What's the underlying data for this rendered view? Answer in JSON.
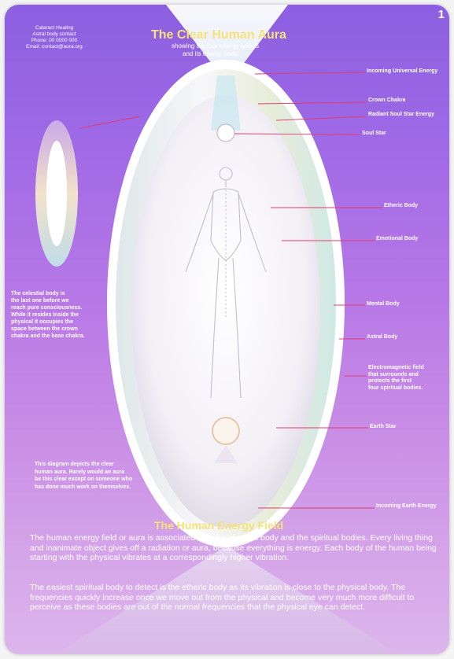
{
  "page_number": "1",
  "header": {
    "title": "The Clear Human Aura",
    "subtitle_line1": "showing the four energy bodies",
    "subtitle_line2": "and its energy body."
  },
  "credits": [
    "Cataract Healing",
    "Astral body contact",
    "Phone: 00 0000 000",
    "Email: contact@aura.org"
  ],
  "labels": {
    "incoming_universal": "Incoming Universal Energy",
    "crown_chakra": "Crown Chakra",
    "radiant_soul_star": "Radiant Soul Star Energy",
    "soul_star": "Soul Star",
    "etheric_body": "Etheric Body",
    "emotional_body": "Emotional Body",
    "mental_body": "Mental Body",
    "astral_body": "Astral Body",
    "electromagnetic_field": [
      "Electromagnetic field",
      "that surrounds and",
      "protects the first",
      "four spiritual bodies."
    ],
    "earth_star": "Earth Star",
    "incoming_earth": "Incoming Earth Energy"
  },
  "left_notes": {
    "celestial": [
      "The celestial body is",
      "the last one before we",
      "reach pure consciousness.",
      "While it resides inside the",
      "physical it occupies the",
      "space between the crown",
      "chakra and the base chakra."
    ],
    "diagram": [
      "This diagram depicts the clear",
      "human aura. Rarely would an aura",
      "be this clear except on someone who",
      "has done much work on themselves."
    ]
  },
  "bottom": {
    "heading": "The Human Energy Field",
    "paragraph1": "The human energy field or aura is associated with the physical body and the spiritual bodies. Every living thing and inanimate object gives off a radiation or aura, because everything is energy. Each body of the human being starting with the physical vibrates at a correspondingly higher vibration.",
    "paragraph2": "The easiest spiritual body to detect is the etheric body as its vibration is close to the physical body. The frequencies quickly increase once we move out from the physical and become very much more difficult to perceive as these bodies are out of the normal frequencies that the physical eye can detect."
  },
  "colors": {
    "background_top": "#8b5fe0",
    "background_bottom": "#ddb6ec",
    "title": "#f6e27a",
    "pointer": "#e23c6e",
    "text": "#ffffff"
  }
}
